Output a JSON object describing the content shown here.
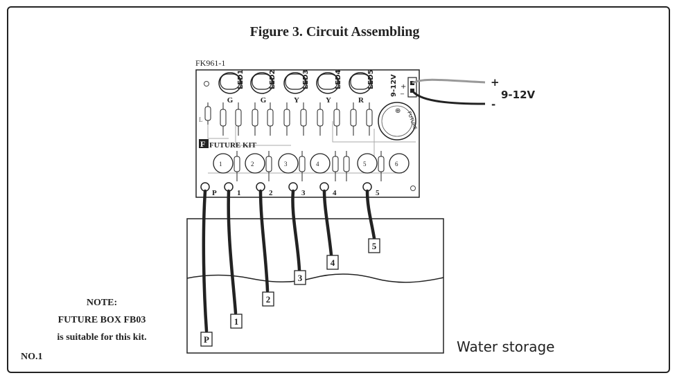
{
  "figure": {
    "title": "Figure 3. Circuit Assembling",
    "board_id": "FK961-1",
    "brand": "FUTURE KIT",
    "leds": [
      {
        "name": "LED1",
        "color_letter": "G"
      },
      {
        "name": "LED2",
        "color_letter": "G"
      },
      {
        "name": "LED3",
        "color_letter": "Y"
      },
      {
        "name": "LED4",
        "color_letter": "Y"
      },
      {
        "name": "LED5",
        "color_letter": "R"
      }
    ],
    "power_terminal_label": "9-12V",
    "power_plus": "+",
    "power_minus": "-",
    "power_minus_board": "_",
    "supply_label": "9-12V",
    "buzzer_text": "FUTURE",
    "buzzer_plus": "⊕",
    "board_mark": "L",
    "board_pins": [
      "P",
      "1",
      "2",
      "3",
      "4",
      "5"
    ],
    "transistor_numbers": [
      "1",
      "2",
      "3",
      "4",
      "5",
      "6"
    ],
    "probe_tags": [
      "P",
      "1",
      "2",
      "3",
      "4",
      "5"
    ],
    "water_label": "Water storage",
    "note": {
      "heading": "NOTE:",
      "line1": "FUTURE BOX FB03",
      "line2": "is suitable for this kit.",
      "number": "NO.1"
    }
  }
}
